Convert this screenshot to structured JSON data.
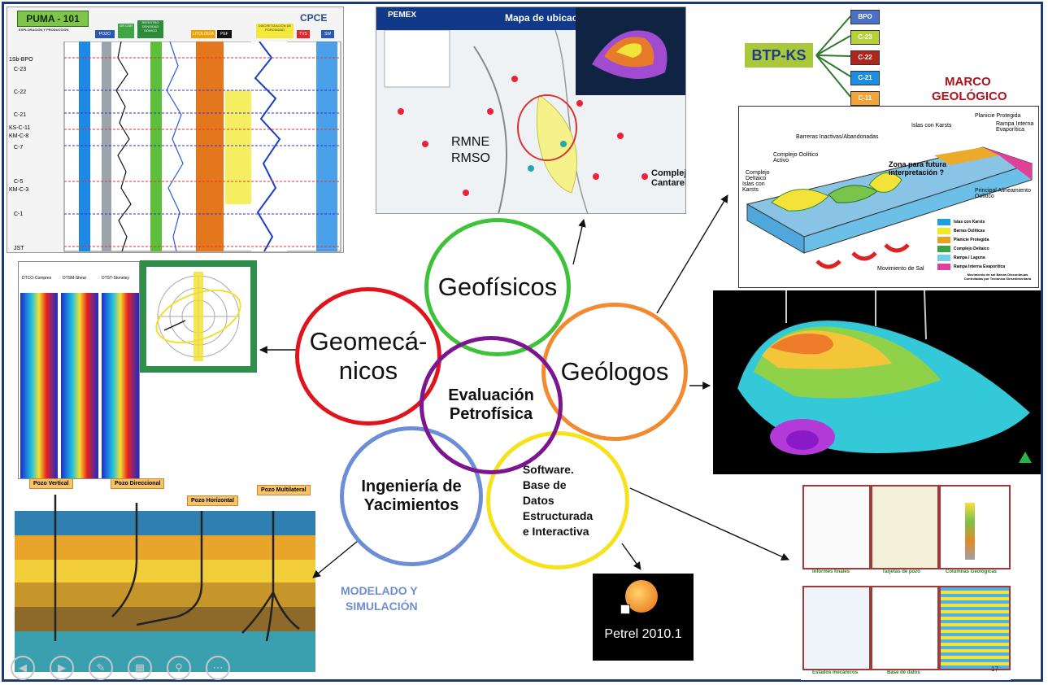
{
  "top_left_log": {
    "title": "PUMA - 101",
    "subtitle": "EXPLORACIÓN Y PRODUCCIÓN",
    "header_cells": [
      "POZO",
      "GR CGR",
      "REGISTRO DENSIDAD SÓNICO",
      "LITOLOGÍA",
      "PEF",
      "DISCRETIZACIÓN DE POROSIDAD",
      "TVS",
      "SW"
    ],
    "logo": "CPCE",
    "depth_markers": [
      "1Sb-BPO",
      "C-23",
      "C-22",
      "C-21",
      "KS-C-11",
      "KM-C-8",
      "C-7",
      "C-5",
      "KM-C-3",
      "C-1",
      "JST"
    ]
  },
  "map_panel": {
    "brand": "PEMEX",
    "title": "Mapa de ubicación",
    "label_rmne": "RMNE",
    "label_rmso": "RMSO",
    "label_complex": "Complejo Cantarell"
  },
  "btp": {
    "root": "BTP-KS",
    "items": [
      {
        "label": "BPO",
        "color": "#4a70c8"
      },
      {
        "label": "C-23",
        "color": "#b6d23a"
      },
      {
        "label": "C-22",
        "color": "#b0261c"
      },
      {
        "label": "C-21",
        "color": "#1d8ee0"
      },
      {
        "label": "C-11",
        "color": "#f2a33a"
      }
    ]
  },
  "marco": {
    "title_line1": "MARCO",
    "title_line2": "GEOLÓGICO",
    "labels": [
      "Islas con Karsts",
      "Barreras Inactivas/Abandonadas",
      "Planicie Protegida",
      "Rampa Interna Evaporítica",
      "Complejo Oolítico Activo",
      "Complejo Deltaico",
      "Islas con Karsts",
      "Zona para futura interpretación ?",
      "Principal Alineamiento Oolítico",
      "Movimiento de Sal"
    ],
    "legend": [
      {
        "label": "Islas con Karsts",
        "color": "#1aa0e0"
      },
      {
        "label": "Barras Oolíticas",
        "color": "#f1e82a"
      },
      {
        "label": "Planicie Protegida",
        "color": "#e9a21e"
      },
      {
        "label": "Complejo Deltaico",
        "color": "#3aa34a"
      },
      {
        "label": "Rampa / Laguna",
        "color": "#6fcfe8"
      },
      {
        "label": "Rampa Interna Evaporítica",
        "color": "#e0409a"
      }
    ],
    "legend_note": "Movimiento de sal Barras Discontinuas Controladas por Tectónica Sinsedimentaria"
  },
  "circles": {
    "geofisicos": "Geofísicos",
    "geomecanicos_1": "Geomecá-",
    "geomecanicos_2": "nicos",
    "geologos": "Geólogos",
    "petrofisica_1": "Evaluación",
    "petrofisica_2": "Petrofísica",
    "yacimientos_1": "Ingeniería de",
    "yacimientos_2": "Yacimientos",
    "software_lines": [
      "Software.",
      "Base de",
      "Datos",
      "Estructurada",
      "e Interactiva"
    ]
  },
  "geomech_panel": {
    "headers": [
      "DTCO-Compres",
      "DTSM-Shear",
      "DTST-Stoneley"
    ]
  },
  "wells_panel": {
    "labels": [
      "Pozo Vertical",
      "Pozo Direccional",
      "Pozo Horizontal",
      "Pozo Multilateral"
    ]
  },
  "modelado": {
    "line1": "MODELADO Y",
    "line2": "SIMULACIÓN"
  },
  "petrel": {
    "label": "Petrel 2010.1"
  },
  "database_panel": {
    "captions": [
      "Informes finales",
      "Tarjetas de pozo",
      "Columnas Geológicas",
      "Estados mecánicos",
      "Base de datos"
    ],
    "page_number": "17"
  },
  "nav_icons": [
    "back-icon",
    "forward-icon",
    "pen-icon",
    "slides-icon",
    "zoom-icon",
    "more-icon"
  ]
}
